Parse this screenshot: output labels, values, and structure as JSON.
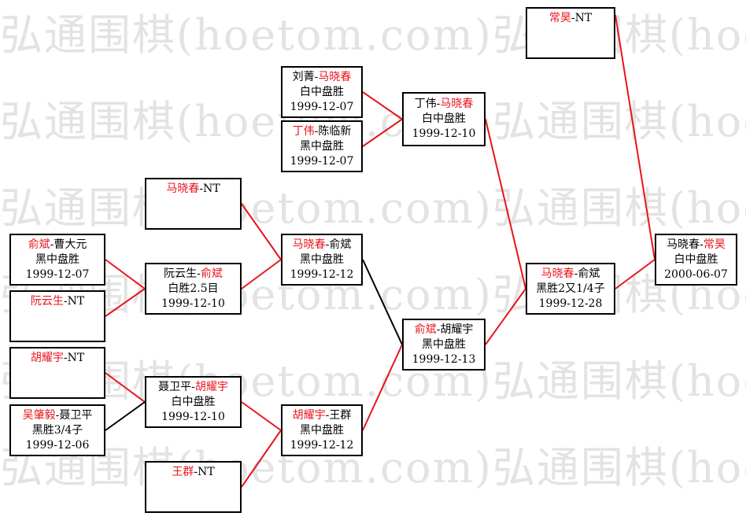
{
  "watermark": "弘通围棋(hoetom.com)弘通围棋(hoetom.com)",
  "colors": {
    "winner": "#e8141c",
    "win_line": "#e8141c",
    "loss_line": "#000000",
    "border": "#000000"
  },
  "matches": [
    {
      "id": "m1",
      "players": [
        "刘菁",
        "马晓春"
      ],
      "winner": 1,
      "result": "白中盘胜",
      "date": "1999-12-07"
    },
    {
      "id": "m2",
      "players": [
        "丁伟",
        "陈临新"
      ],
      "winner": 0,
      "result": "黑中盘胜",
      "date": "1999-12-07"
    },
    {
      "id": "m3",
      "players": [
        "马晓春",
        "NT"
      ],
      "winner": 0,
      "result": "",
      "date": ""
    },
    {
      "id": "m4",
      "players": [
        "俞斌",
        "曹大元"
      ],
      "winner": 0,
      "result": "黑中盘胜",
      "date": "1999-12-07"
    },
    {
      "id": "m5",
      "players": [
        "阮云生",
        "NT"
      ],
      "winner": 0,
      "result": "",
      "date": ""
    },
    {
      "id": "m6",
      "players": [
        "胡耀宇",
        "NT"
      ],
      "winner": 0,
      "result": "",
      "date": ""
    },
    {
      "id": "m7",
      "players": [
        "吴肇毅",
        "聂卫平"
      ],
      "winner": 0,
      "result": "黑胜3/4子",
      "date": "1999-12-06"
    },
    {
      "id": "m8",
      "players": [
        "王群",
        "NT"
      ],
      "winner": 0,
      "result": "",
      "date": ""
    },
    {
      "id": "m9",
      "players": [
        "阮云生",
        "俞斌"
      ],
      "winner": 1,
      "result": "白胜2.5目",
      "date": "1999-12-10"
    },
    {
      "id": "m10",
      "players": [
        "聂卫平",
        "胡耀宇"
      ],
      "winner": 1,
      "result": "白中盘胜",
      "date": "1999-12-10"
    },
    {
      "id": "m11",
      "players": [
        "马晓春",
        "俞斌"
      ],
      "winner": 0,
      "result": "黑中盘胜",
      "date": "1999-12-12"
    },
    {
      "id": "m12",
      "players": [
        "胡耀宇",
        "王群"
      ],
      "winner": 0,
      "result": "黑中盘胜",
      "date": "1999-12-12"
    },
    {
      "id": "m13",
      "players": [
        "丁伟",
        "马晓春"
      ],
      "winner": 1,
      "result": "白中盘胜",
      "date": "1999-12-10"
    },
    {
      "id": "m14",
      "players": [
        "俞斌",
        "胡耀宇"
      ],
      "winner": 0,
      "result": "黑中盘胜",
      "date": "1999-12-13"
    },
    {
      "id": "m15",
      "players": [
        "马晓春",
        "俞斌"
      ],
      "winner": 0,
      "result": "黑胜2又1/4子",
      "date": "1999-12-28"
    },
    {
      "id": "m16",
      "players": [
        "常昊",
        "NT"
      ],
      "winner": 0,
      "result": "",
      "date": ""
    },
    {
      "id": "m17",
      "players": [
        "马晓春",
        "常昊"
      ],
      "winner": 1,
      "result": "白中盘胜",
      "date": "2000-06-07"
    }
  ],
  "links": [
    {
      "from": "m1",
      "to": "m13",
      "winner": true
    },
    {
      "from": "m2",
      "to": "m13",
      "winner": true
    },
    {
      "from": "m3",
      "to": "m11",
      "winner": true
    },
    {
      "from": "m4",
      "to": "m9",
      "winner": true
    },
    {
      "from": "m5",
      "to": "m9",
      "winner": true
    },
    {
      "from": "m6",
      "to": "m10",
      "winner": true
    },
    {
      "from": "m7",
      "to": "m10",
      "winner": false
    },
    {
      "from": "m9",
      "to": "m11",
      "winner": true
    },
    {
      "from": "m10",
      "to": "m12",
      "winner": true
    },
    {
      "from": "m8",
      "to": "m12",
      "winner": true
    },
    {
      "from": "m11",
      "to": "m14",
      "winner": false
    },
    {
      "from": "m12",
      "to": "m14",
      "winner": true
    },
    {
      "from": "m13",
      "to": "m15",
      "winner": true
    },
    {
      "from": "m14",
      "to": "m15",
      "winner": true
    },
    {
      "from": "m15",
      "to": "m17",
      "winner": true
    },
    {
      "from": "m16",
      "to": "m17",
      "winner": true
    }
  ]
}
